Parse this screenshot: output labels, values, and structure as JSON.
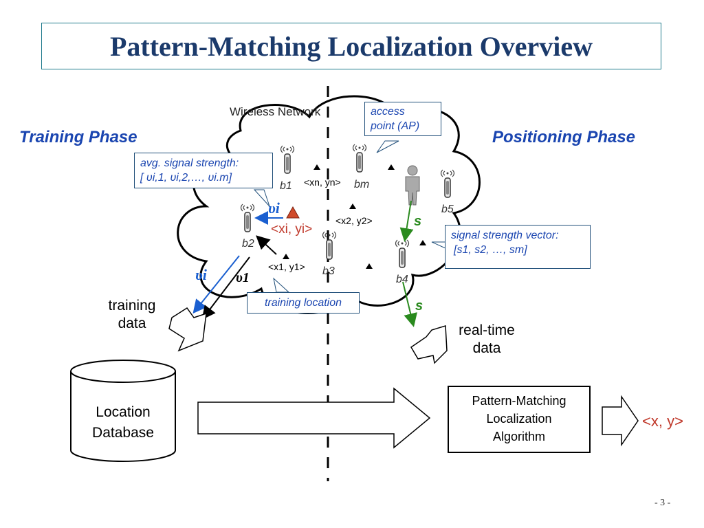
{
  "title": "Pattern-Matching Localization Overview",
  "phases": {
    "training": "Training Phase",
    "positioning": "Positioning Phase"
  },
  "cloud_title": "Wireless Network",
  "callouts": {
    "access_point": [
      "access",
      "point (AP)"
    ],
    "avg_signal": {
      "line1": "avg. signal strength:",
      "line2": "[ υi,1, υi,2,…, υi.m]"
    },
    "signal_vector": {
      "line1": "signal strength vector:",
      "line2": "[s1, s2, …, sm]"
    },
    "training_location": "training location"
  },
  "beacons": {
    "b1": "b1",
    "b2": "b2",
    "b3": "b3",
    "b4": "b4",
    "b5": "b5",
    "bm": "bm"
  },
  "coords": {
    "xn": "<xn, yn>",
    "x2": "<x2, y2>",
    "x1": "<x1, y1>",
    "xi": "<xi, yi>"
  },
  "symbols": {
    "upsilon_i": "υi",
    "upsilon_1": "υ1",
    "s": "s"
  },
  "blocks": {
    "training_data": [
      "training",
      "data"
    ],
    "realtime_data": [
      "real-time",
      "data"
    ],
    "location_db": [
      "Location",
      "Database"
    ],
    "algorithm": [
      "Pattern-Matching",
      "Localization",
      "Algorithm"
    ]
  },
  "output": "<x, y>",
  "page_number": "- 3 -",
  "colors": {
    "title": "#1b3a6b",
    "phase": "#1a45b0",
    "red": "#c0392b",
    "green": "#2a8a1e",
    "blue_arrow": "#1a5fd0"
  },
  "icons": [
    "antenna-icon",
    "person-icon",
    "triangle-marker-icon",
    "arrow-block-icon",
    "cylinder-db-icon"
  ]
}
